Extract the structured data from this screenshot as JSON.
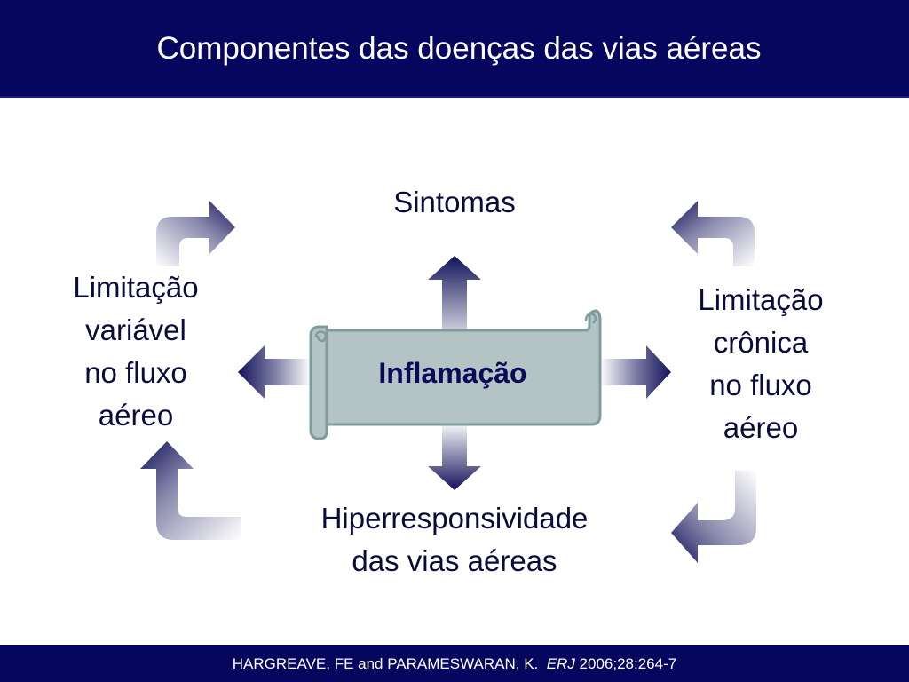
{
  "title": "Componentes das doenças das vias aéreas",
  "center": "Inflamação",
  "nodes": {
    "top": "Sintomas",
    "bottom": {
      "line1": "Hiperresponsividade",
      "line2": "das vias aéreas"
    },
    "left": {
      "line1": "Limitação",
      "line2": "variável",
      "line3": "no fluxo",
      "line4": "aéreo"
    },
    "right": {
      "line1": "Limitação",
      "line2": "crônica",
      "line3": "no fluxo",
      "line4": "aéreo"
    }
  },
  "footer": {
    "authors": "HARGREAVE, FE and PARAMESWARAN, K.  ",
    "journal": "ERJ",
    "citation": " 2006;28:264-7"
  },
  "colors": {
    "banner": "#06065f",
    "arrow": "#12125a",
    "scroll_fill": "#b4c3c3",
    "scroll_stroke": "#7f9c9c",
    "text": "#0a0a3c"
  }
}
